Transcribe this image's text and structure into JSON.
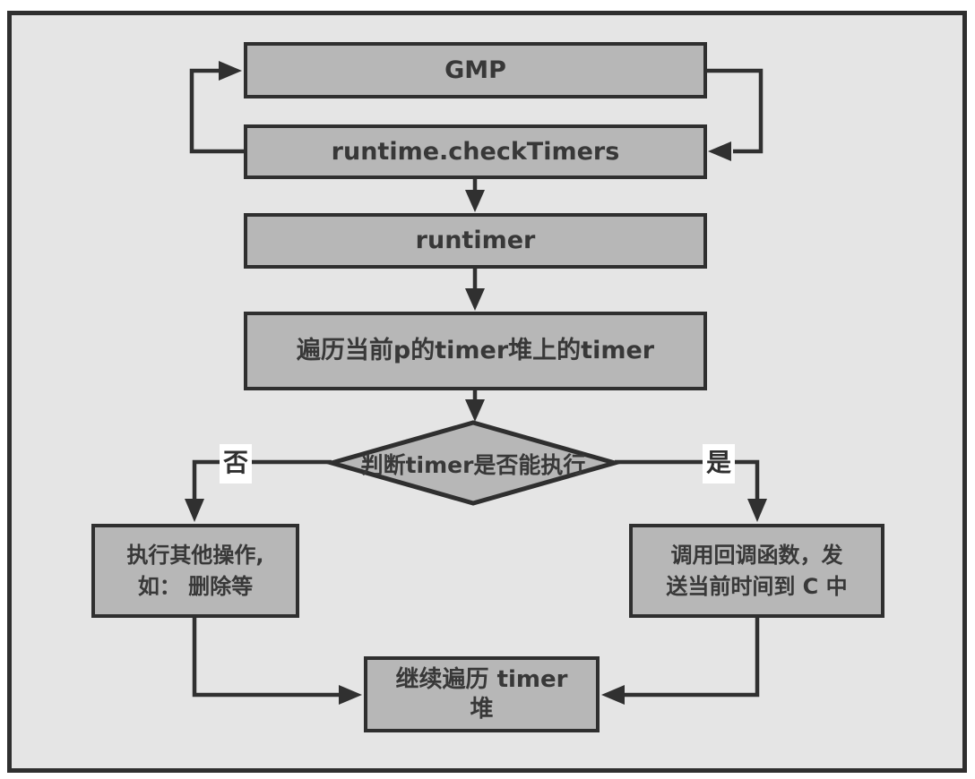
{
  "diagram": {
    "title": "Go timer runtime flowchart",
    "nodes": {
      "gmp": {
        "label": "GMP",
        "shape": "rect"
      },
      "check_timers": {
        "label": "runtime.checkTimers",
        "shape": "rect"
      },
      "runtimer": {
        "label": "runtimer",
        "shape": "rect"
      },
      "traverse": {
        "label": "遍历当前p的timer堆上的timer",
        "shape": "rect"
      },
      "decision": {
        "label": "判断timer是否能执行",
        "shape": "diamond"
      },
      "other_ops": {
        "label": "执行其他操作,\n如： 删除等",
        "shape": "rect"
      },
      "callback": {
        "label": "调用回调函数，发\n送当前时间到 C 中",
        "shape": "rect"
      },
      "continue_loop": {
        "label": "继续遍历 timer\n堆",
        "shape": "rect"
      }
    },
    "edge_labels": {
      "no": "否",
      "yes": "是"
    },
    "edges": [
      {
        "from": "runtime.checkTimers",
        "to": "GMP"
      },
      {
        "from": "GMP",
        "to": "runtime.checkTimers"
      },
      {
        "from": "runtime.checkTimers",
        "to": "runtimer"
      },
      {
        "from": "runtimer",
        "to": "遍历当前p的timer堆上的timer"
      },
      {
        "from": "遍历当前p的timer堆上的timer",
        "to": "判断timer是否能执行"
      },
      {
        "from": "判断timer是否能执行",
        "to": "执行其他操作, 如： 删除等",
        "label": "否"
      },
      {
        "from": "判断timer是否能执行",
        "to": "调用回调函数，发送当前时间到 C 中",
        "label": "是"
      },
      {
        "from": "执行其他操作, 如： 删除等",
        "to": "继续遍历 timer 堆"
      },
      {
        "from": "调用回调函数，发送当前时间到 C 中",
        "to": "继续遍历 timer 堆"
      }
    ],
    "colors": {
      "canvas_bg": "#e5e5e5",
      "node_fill": "#b7b7b7",
      "stroke": "#2f2f2f",
      "text": "#383838",
      "label_bg": "#ffffff"
    }
  }
}
